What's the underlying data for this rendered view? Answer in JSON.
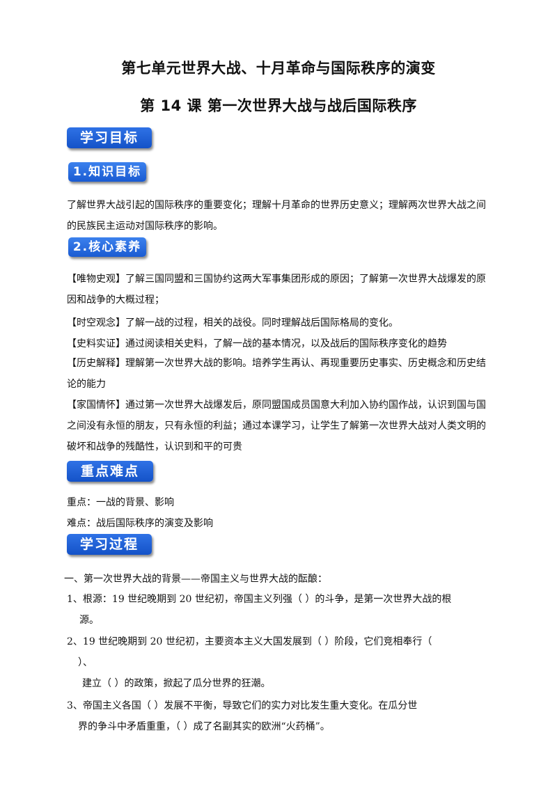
{
  "header": {
    "unit_title": "第七单元世界大战、十月革命与国际秩序的演变",
    "lesson_title": "第 14 课 第一次世界大战与战后国际秩序"
  },
  "sections": {
    "goals": "学习目标",
    "knowledge": "1.知识目标",
    "core": "2.核心素养",
    "key_points": "重点难点",
    "process": "学习过程"
  },
  "knowledge_text": "了解世界大战引起的国际秩序的重要变化；理解十月革命的世界历史意义；理解两次世界大战之间的民族民主运动对国际秩序的影响。",
  "core_items": [
    "【唯物史观】了解三国同盟和三国协约这两大军事集团形成的原因；了解第一次世界大战爆发的原因和战争的大概过程；",
    "【时空观念】了解一战的过程，相关的战役。同时理解战后国际格局的变化。",
    "【史料实证】通过阅读相关史料，了解一战的基本情况，以及战后的国际秩序变化的趋势",
    "【历史解释】理解第一次世界大战的影响。培养学生再认、再现重要历史事实、历史概念和历史结论的能力",
    "【家国情怀】通过第一次世界大战爆发后，原同盟国成员国意大利加入协约国作战，认识到国与国之间没有永恒的朋友，只有永恒的利益；通过本课学习，让学生了解第一次世界大战对人类文明的破坏和战争的残酷性，认识到和平的可贵"
  ],
  "key_points": {
    "focus": "重点：一战的背景、影响",
    "difficulty": "难点：战后国际秩序的演变及影响"
  },
  "process": {
    "heading": "一、第一次世界大战的背景——帝国主义与世界大战的酝酿：",
    "item1_line1": "1、根源：19 世纪晚期到 20 世纪初，帝国主义列强（                ）的斗争，是第一次世界大战的根",
    "item1_line2": "源。",
    "item2_line1": "2、19 世纪晚期到 20 世纪初，主要资本主义大国发展到（                ）阶段，它们竞相奉行（",
    "item2_line2": "）、",
    "item2_line3": "建立（                    ）的政策，掀起了瓜分世界的狂潮。",
    "item3_line1": "3、帝国主义各国（                  ）发展不平衡，导致它们的实力对比发生重大变化。在瓜分世",
    "item3_line2": "界的争斗中矛盾重重，（                      ）成了名副其实的欧洲“火药桶”。"
  }
}
